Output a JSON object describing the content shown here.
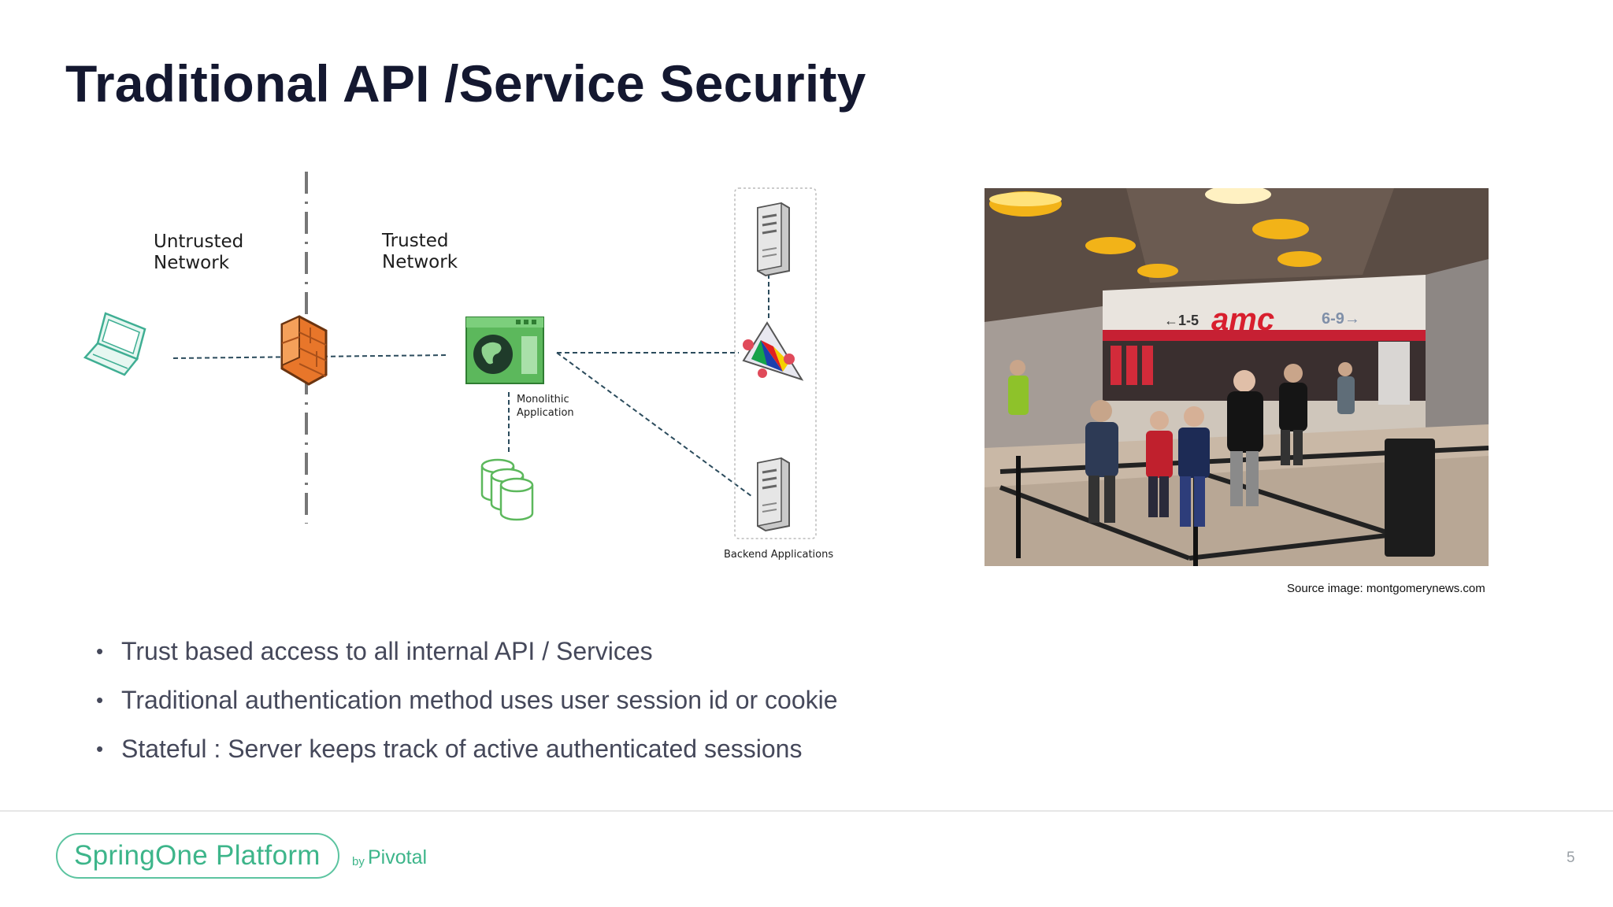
{
  "slide": {
    "title": "Traditional API /Service Security",
    "page_number": "5"
  },
  "diagram": {
    "untrusted_label_line1": "Untrusted",
    "untrusted_label_line2": "Network",
    "trusted_label_line1": "Trusted",
    "trusted_label_line2": "Network",
    "app_label_line1": "Monolithic",
    "app_label_line2": "Application",
    "backend_label": "Backend Applications",
    "icons": [
      "laptop-icon",
      "firewall-icon",
      "application-window-icon",
      "database-icon",
      "server-icon",
      "pyramid-service-icon",
      "server-icon"
    ]
  },
  "photo": {
    "source_caption": "Source image: montgomerynews.com",
    "sign_left": "←1-5",
    "sign_brand": "amc",
    "sign_right": "6-9→"
  },
  "bullets": [
    "Trust based access to all internal API / Services",
    "Traditional authentication method uses user session id or cookie",
    "Stateful : Server keeps track of active authenticated sessions"
  ],
  "footer": {
    "brand": "SpringOne Platform",
    "by": "by",
    "company": "Pivotal"
  },
  "colors": {
    "title": "#141830",
    "bullet_text": "#45485a",
    "brand_green": "#3db58a",
    "firewall_orange": "#e8762a",
    "app_green": "#5cb85c"
  }
}
